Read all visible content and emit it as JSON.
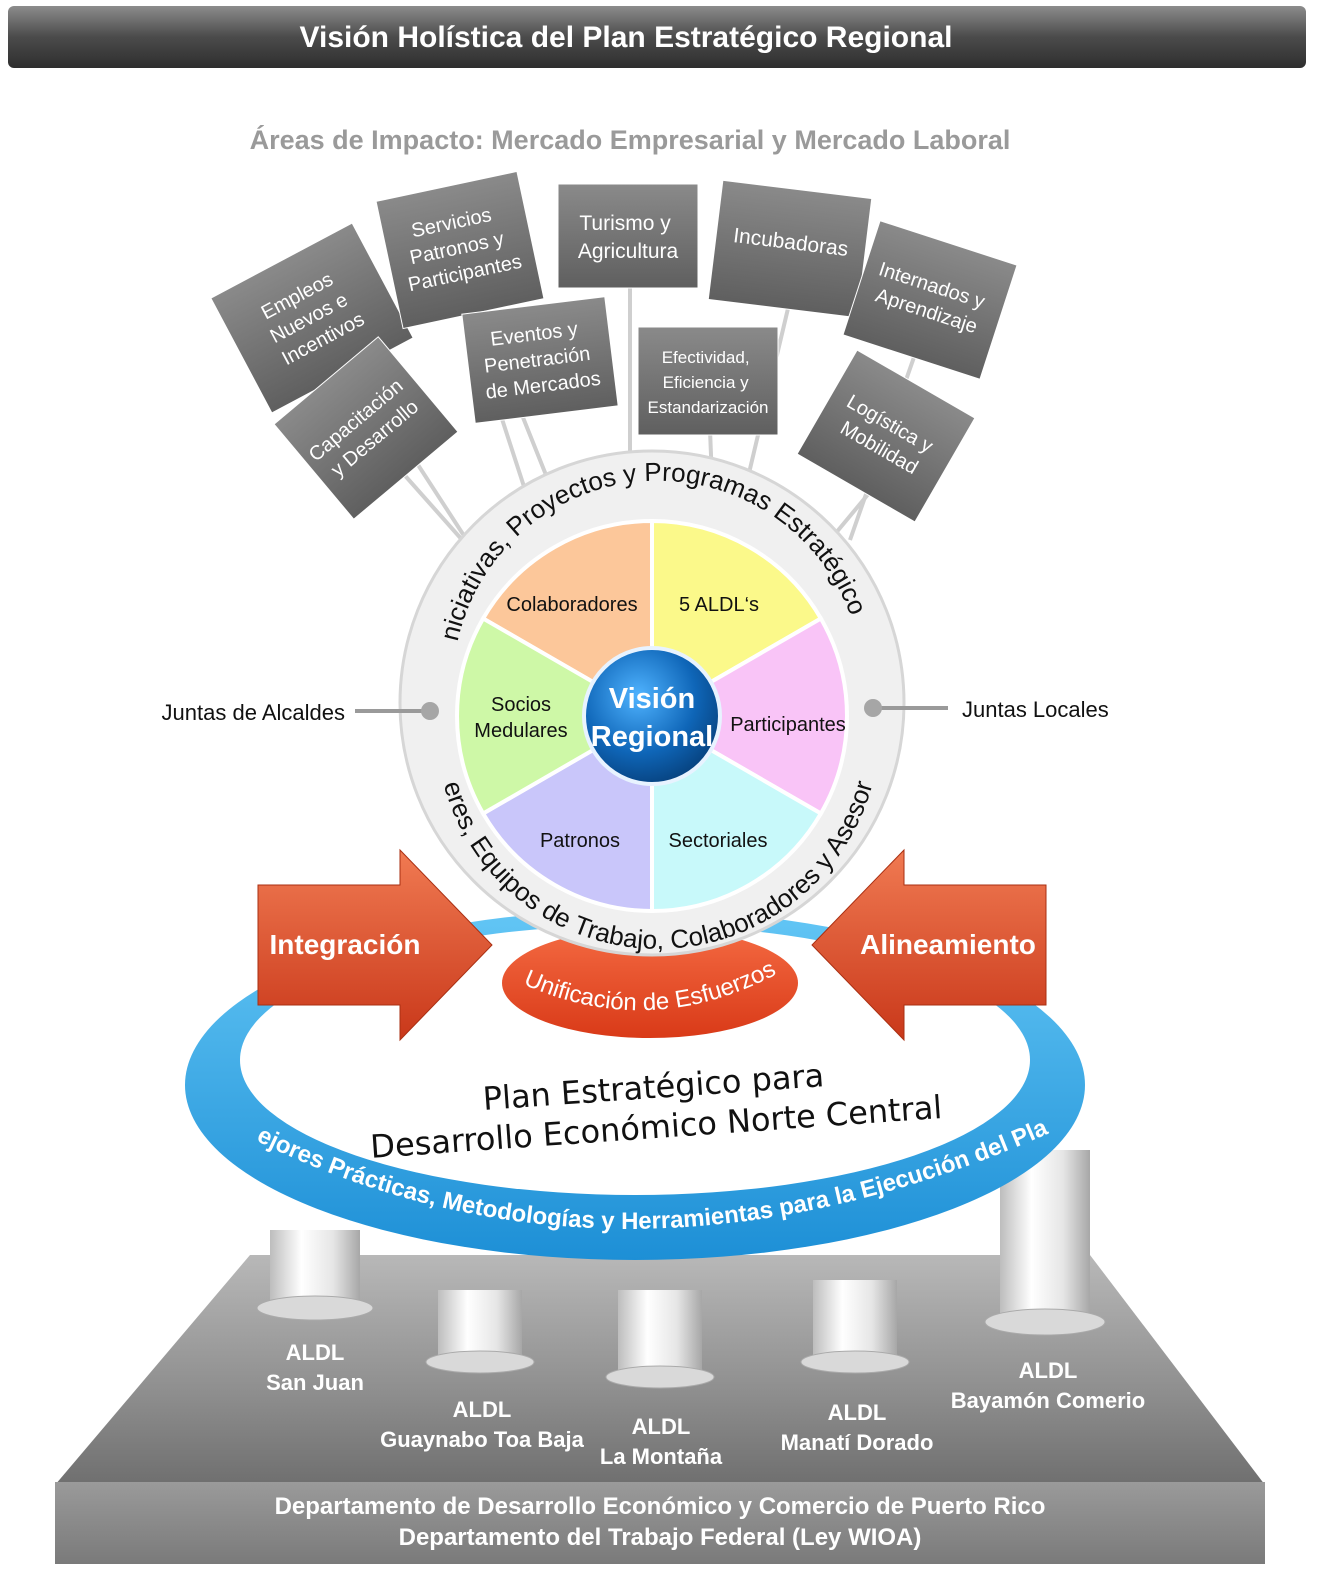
{
  "header": {
    "title": "Visión Holística del Plan Estratégico Regional"
  },
  "subtitle": "Áreas de Impacto: Mercado Empresarial y Mercado Laboral",
  "impact_boxes": [
    {
      "lines": [
        "Empleos",
        "Nuevos e",
        "Incentivos"
      ]
    },
    {
      "lines": [
        "Servicios",
        "Patronos y",
        "Participantes"
      ]
    },
    {
      "lines": [
        "Turismo y",
        "Agricultura"
      ]
    },
    {
      "lines": [
        "Incubadoras"
      ]
    },
    {
      "lines": [
        "Internados y",
        "Aprendizaje"
      ]
    },
    {
      "lines": [
        "Capacitación",
        "y Desarrollo"
      ]
    },
    {
      "lines": [
        "Eventos y",
        "Penetración",
        "de Mercados"
      ]
    },
    {
      "lines": [
        "Efectividad,",
        "Eficiencia y",
        "Estandarización"
      ]
    },
    {
      "lines": [
        "Logística y",
        "Mobilidad"
      ]
    }
  ],
  "ring": {
    "top_text": "Iniciativas, Proyectos y Programas Estratégicos",
    "bottom_text": "Líderes, Equipos de Trabajo, Colaboradores y Asesores"
  },
  "segments": [
    {
      "label": "Colaboradores",
      "color": "#fcc79a"
    },
    {
      "label": "5 ALDL‘s",
      "color": "#fbf98a"
    },
    {
      "label": "Participantes",
      "color": "#f9c4f7"
    },
    {
      "label": "Sectoriales",
      "color": "#c8f9fa"
    },
    {
      "label": "Patronos",
      "color": "#c9c6fa"
    },
    {
      "label": "Socios Medulares",
      "lines": [
        "Socios",
        "Medulares"
      ],
      "color": "#cef8a7"
    }
  ],
  "center": {
    "lines": [
      "Visión",
      "Regional"
    ],
    "color": "#0f66b8"
  },
  "side_labels": {
    "left": "Juntas de Alcaldes",
    "right": "Juntas Locales"
  },
  "arrows": {
    "left": "Integración",
    "right": "Alineamiento",
    "color": "#e2502a"
  },
  "unification": "Unificación de Esfuerzos",
  "plan": {
    "lines": [
      "Plan Estratégico para",
      "Desarrollo Económico Norte Central"
    ]
  },
  "blue_ring": {
    "text": "Mejores Prácticas, Metodologías y Herramientas para la Ejecución del Plan",
    "color": "#2aa0e0"
  },
  "pillars": [
    {
      "title": "ALDL",
      "name": "San Juan"
    },
    {
      "title": "ALDL",
      "name": "Guaynabo Toa Baja"
    },
    {
      "title": "ALDL",
      "name": "La Montaña"
    },
    {
      "title": "ALDL",
      "name": "Manatí Dorado"
    },
    {
      "title": "ALDL",
      "name": "Bayamón Comerio"
    }
  ],
  "footer": {
    "line1": "Departamento de Desarrollo Económico y Comercio de Puerto Rico",
    "line2": "Departamento del Trabajo Federal (Ley WIOA)"
  }
}
